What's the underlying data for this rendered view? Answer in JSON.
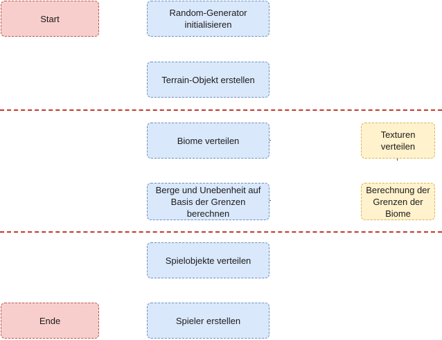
{
  "nodes": {
    "start": "Start",
    "random_generator": "Random-Generator initialisieren",
    "terrain_objekt": "Terrain-Objekt erstellen",
    "biome_verteilen": "Biome verteilen",
    "texturen_verteilen": "Texturen verteilen",
    "berge_unebenheit": "Berge und Unebenheit auf Basis der Grenzen berechnen",
    "grenzen_biome": "Berechnung der Grenzen der Biome",
    "spielobjekte": "Spielobjekte verteilen",
    "ende": "Ende",
    "spieler": "Spieler erstellen"
  },
  "colors": {
    "terminal_fill": "#f8cecc",
    "terminal_stroke": "#b85450",
    "process_fill": "#dae8fc",
    "process_stroke": "#6c8ebf",
    "texture_fill": "#fff2cc",
    "texture_stroke": "#d6b656",
    "divider": "#c0392b"
  }
}
